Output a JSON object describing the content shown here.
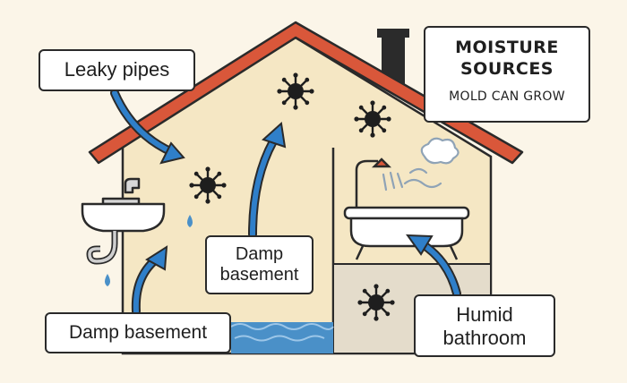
{
  "title": {
    "line1": "MOISTURE",
    "line2": "SOURCES",
    "subtitle": "MOLD CAN GROW"
  },
  "labels": {
    "leaky_pipes": "Leaky pipes",
    "damp_basement_mid_line1": "Damp",
    "damp_basement_mid_line2": "basement",
    "damp_basement_left": "Damp basement",
    "humid_line1": "Humid",
    "humid_line2": "bathroom"
  },
  "colors": {
    "roof": "#d9573a",
    "wall": "#f5e7c4",
    "arrow": "#2f7fc9",
    "mold": "#1e1e1e",
    "water": "#4a90c8",
    "basement_panel": "#e4dccb"
  },
  "icons": [
    "mold-spore-icon",
    "sink-icon",
    "bathtub-icon",
    "shower-head-icon",
    "steam-icon",
    "chimney-icon",
    "water-drop-icon"
  ]
}
